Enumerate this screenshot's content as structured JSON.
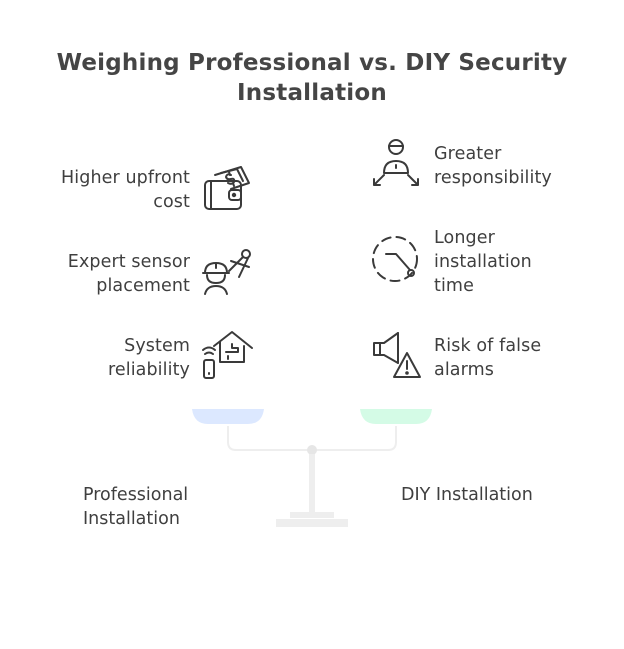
{
  "title": {
    "line1": "Weighing Professional vs. DIY Security",
    "line2": "Installation"
  },
  "left_items": [
    {
      "lines": [
        "Higher upfront",
        "cost"
      ],
      "icon": "wallet-money-icon"
    },
    {
      "lines": [
        "Expert sensor",
        "placement"
      ],
      "icon": "worker-compass-icon"
    },
    {
      "lines": [
        "System",
        "reliability"
      ],
      "icon": "smart-home-icon"
    }
  ],
  "right_items": [
    {
      "lines": [
        "Greater",
        "responsibility"
      ],
      "icon": "person-arrows-icon"
    },
    {
      "lines": [
        "Longer",
        "installation",
        "time"
      ],
      "icon": "dashed-timer-icon"
    },
    {
      "lines": [
        "Risk of false",
        "alarms"
      ],
      "icon": "alarm-warning-icon"
    }
  ],
  "scale": {
    "left_label": [
      "Professional",
      "Installation"
    ],
    "right_label": "DIY Installation",
    "left_pan_color": "#dce8ff",
    "right_pan_color": "#d4fbe6",
    "beam_color": "#eeeeee"
  }
}
